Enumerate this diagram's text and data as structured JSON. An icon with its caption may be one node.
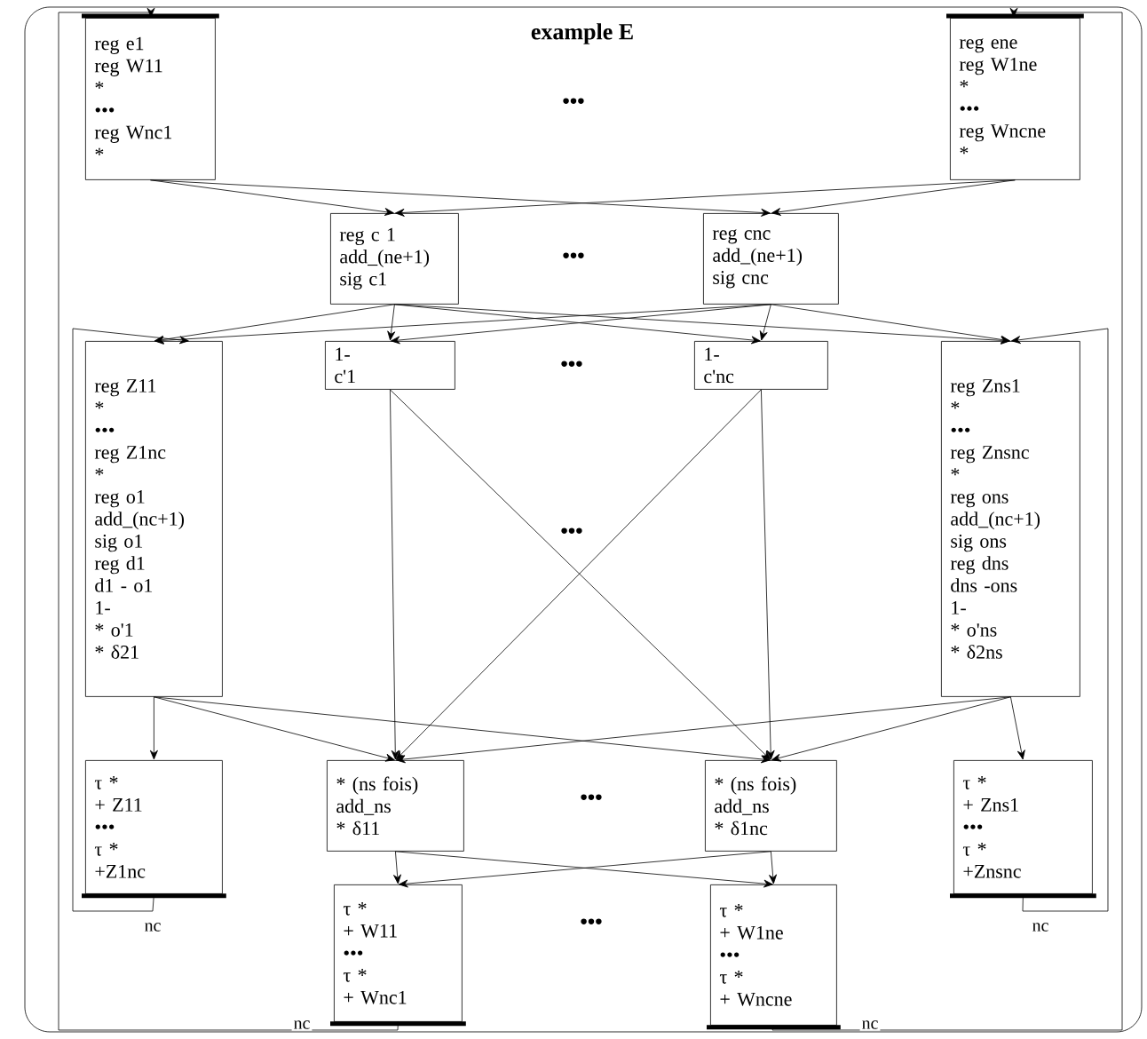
{
  "diagram": {
    "title": "example E",
    "nodes": [
      {
        "text": [
          "reg e1",
          "reg W11",
          "*",
          "•••",
          "reg Wnc1",
          "*"
        ]
      },
      {
        "text": [
          "reg ene",
          "reg W1ne",
          "*",
          "•••",
          "reg Wncne",
          "*"
        ]
      },
      {
        "text": [
          "reg c 1",
          "add_(ne+1)",
          "sig c1"
        ]
      },
      {
        "text": [
          "reg cnc",
          "add_(ne+1)",
          "sig cnc"
        ]
      },
      {
        "text": [
          "reg Z11",
          "*",
          "•••",
          "reg Z1nc",
          "*",
          "reg o1",
          "add_(nc+1)",
          "sig o1",
          "reg d1",
          "d1 - o1",
          "1-",
          "* o'1",
          "* δ21"
        ]
      },
      {
        "text": [
          "1-",
          "c'1"
        ]
      },
      {
        "text": [
          "1-",
          "c'nc"
        ]
      },
      {
        "text": [
          "reg Zns1",
          "*",
          "•••",
          "reg Znsnc",
          "*",
          "reg ons",
          "add_(nc+1)",
          "sig ons",
          "reg dns",
          "dns -ons",
          "1-",
          "* o'ns",
          "* δ2ns"
        ]
      },
      {
        "text": [
          "τ *",
          "+ Z11",
          "•••",
          "τ *",
          "+Z1nc"
        ]
      },
      {
        "text": [
          "* (ns fois)",
          "add_ns",
          "* δ11"
        ]
      },
      {
        "text": [
          "* (ns fois)",
          "add_ns",
          "* δ1nc"
        ]
      },
      {
        "text": [
          "τ *",
          "+ Zns1",
          "•••",
          "τ *",
          "+Znsnc"
        ]
      },
      {
        "text": [
          "τ *",
          "+ W11",
          "•••",
          "τ *",
          "+ Wnc1"
        ]
      },
      {
        "text": [
          "τ *",
          "+ W1ne",
          "•••",
          "τ *",
          "+ Wncne"
        ]
      }
    ],
    "edges": [
      {
        "from": 0,
        "to": 2,
        "arrow": "to"
      },
      {
        "from": 0,
        "to": 3,
        "arrow": "to"
      },
      {
        "from": 1,
        "to": 2,
        "arrow": "to"
      },
      {
        "from": 1,
        "to": 3,
        "arrow": "to"
      },
      {
        "from": 2,
        "to": 4,
        "arrow": "to"
      },
      {
        "from": 2,
        "to": 5,
        "arrow": "to"
      },
      {
        "from": 2,
        "to": 6,
        "arrow": "to"
      },
      {
        "from": 2,
        "to": 7,
        "arrow": "to"
      },
      {
        "from": 3,
        "to": 4,
        "arrow": "to"
      },
      {
        "from": 3,
        "to": 5,
        "arrow": "to"
      },
      {
        "from": 3,
        "to": 6,
        "arrow": "to"
      },
      {
        "from": 3,
        "to": 7,
        "arrow": "to"
      },
      {
        "from": 5,
        "to": 9,
        "arrow": "to"
      },
      {
        "from": 5,
        "to": 10,
        "arrow": "to"
      },
      {
        "from": 6,
        "to": 9,
        "arrow": "to"
      },
      {
        "from": 6,
        "to": 10,
        "arrow": "to"
      },
      {
        "from": 4,
        "to": 8,
        "arrow": "to"
      },
      {
        "from": 4,
        "to": 9,
        "arrow": "to"
      },
      {
        "from": 4,
        "to": 10,
        "arrow": "to"
      },
      {
        "from": 7,
        "to": 9,
        "arrow": "to"
      },
      {
        "from": 7,
        "to": 10,
        "arrow": "to"
      },
      {
        "from": 7,
        "to": 11,
        "arrow": "to"
      },
      {
        "from": 9,
        "to": 12,
        "arrow": "to"
      },
      {
        "from": 9,
        "to": 13,
        "arrow": "to"
      },
      {
        "from": 10,
        "to": 12,
        "arrow": "to"
      },
      {
        "from": 10,
        "to": 13,
        "arrow": "to"
      },
      {
        "from": 8,
        "to": 4,
        "arrow": "to",
        "label": "nc"
      },
      {
        "from": 11,
        "to": 7,
        "arrow": "to",
        "label": "nc"
      },
      {
        "from": 12,
        "to": 0,
        "arrow": "to",
        "label": "nc"
      },
      {
        "from": 13,
        "to": 1,
        "arrow": "to",
        "label": "nc"
      }
    ],
    "labels": [
      "•••",
      "•••",
      "•••",
      "•••",
      "•••",
      "•••"
    ]
  }
}
